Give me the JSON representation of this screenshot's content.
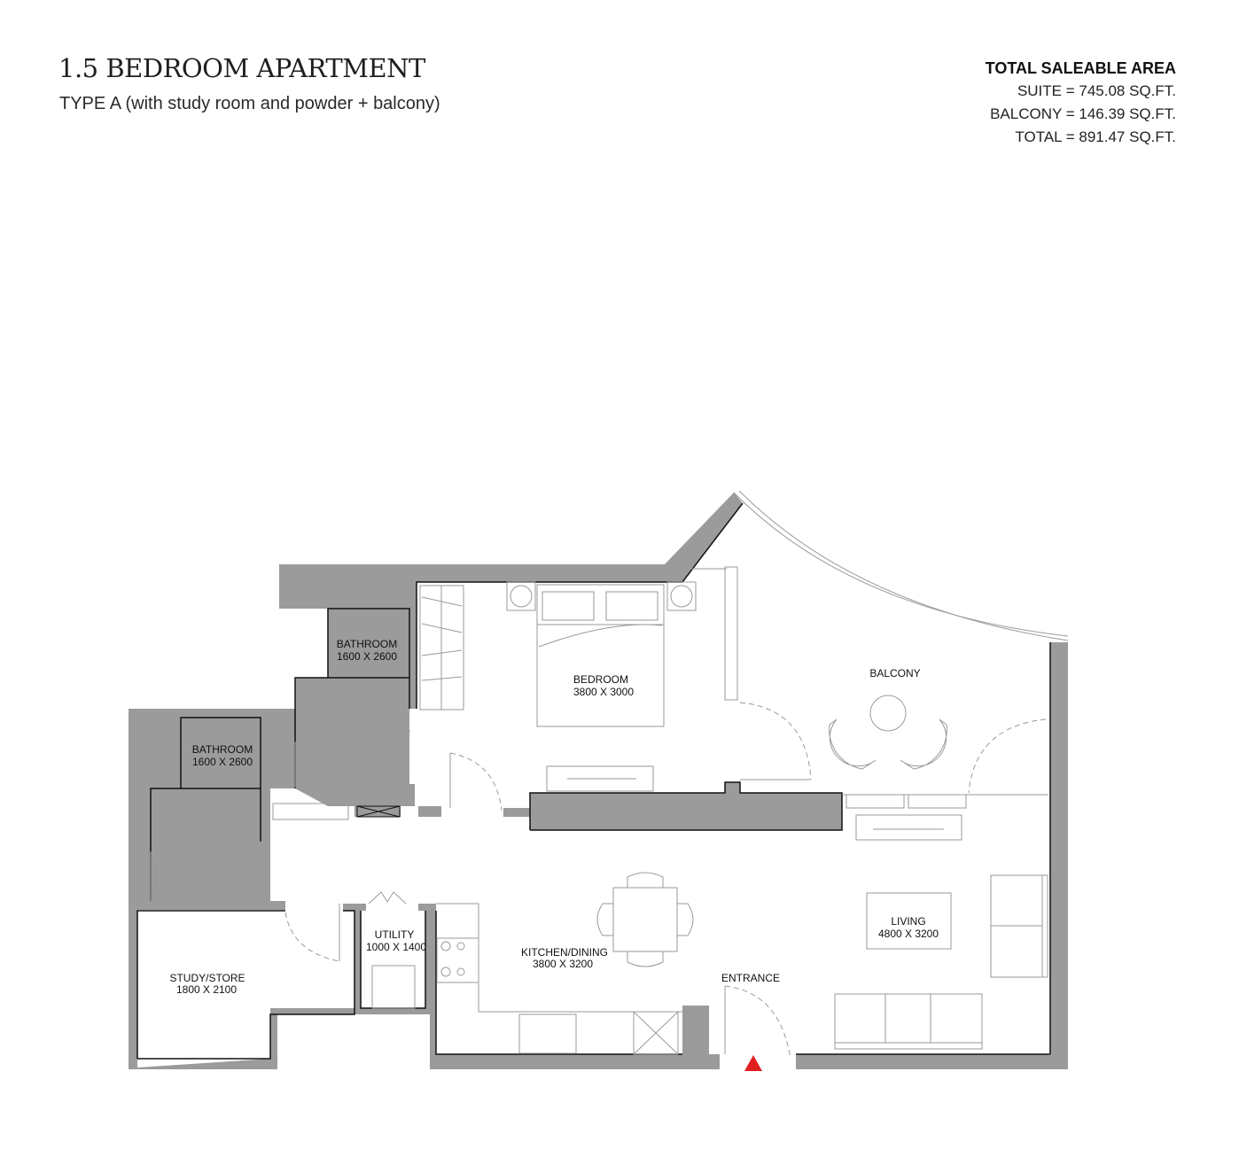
{
  "header": {
    "title": "1.5 BEDROOM APARTMENT",
    "subtitle": "TYPE A (with study room and powder + balcony)"
  },
  "saleable_area": {
    "heading": "TOTAL SALEABLE AREA",
    "lines": [
      "SUITE = 745.08 SQ.FT.",
      "BALCONY = 146.39 SQ.FT.",
      "TOTAL = 891.47 SQ.FT."
    ]
  },
  "rooms": {
    "bathroom1": {
      "name": "BATHROOM",
      "size": "1600 X 2600"
    },
    "bathroom2": {
      "name": "BATHROOM",
      "size": "1600 X 2600"
    },
    "bedroom": {
      "name": "BEDROOM",
      "size": "3800 X 3000"
    },
    "balcony": {
      "name": "BALCONY"
    },
    "study": {
      "name": "STUDY/STORE",
      "size": "1800 X 2100"
    },
    "utility": {
      "name": "UTILITY",
      "size": "1000 X 1400"
    },
    "kitchen": {
      "name": "KITCHEN/DINING",
      "size": "3800 X 3200"
    },
    "living": {
      "name": "LIVING",
      "size": "4800 X 3200"
    },
    "entrance": {
      "name": "ENTRANCE"
    }
  },
  "colors": {
    "wall": "#9b9b9b",
    "line": "#111111",
    "furniture": "#9a9a9a",
    "entrance_marker": "#e02020"
  }
}
